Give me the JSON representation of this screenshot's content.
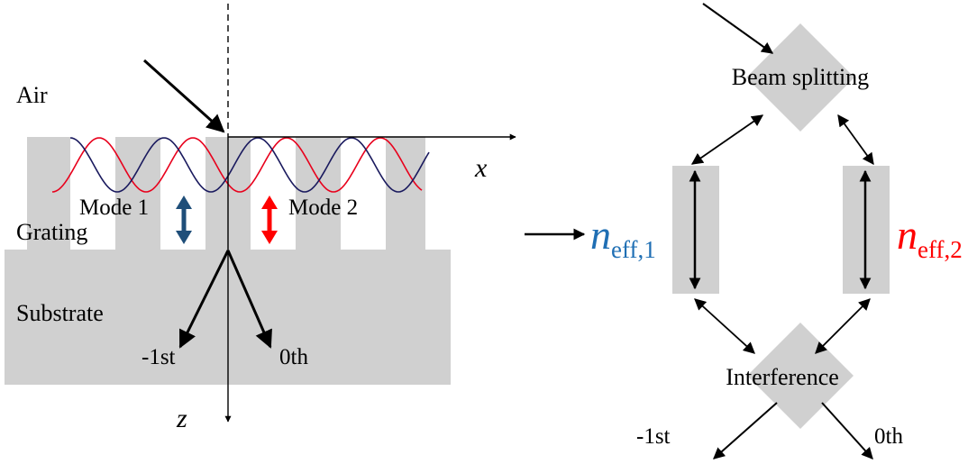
{
  "colors": {
    "material": "#d0d0d0",
    "mode1": "#1f4e79",
    "mode2": "#ff0000",
    "wave_red": "#e8001c",
    "wave_navy": "#1a1a5e",
    "ink": "#000000"
  },
  "left": {
    "air_label": "Air",
    "grating_label": "Grating",
    "substrate_label": "Substrate",
    "mode1_label": "Mode 1",
    "mode2_label": "Mode 2",
    "x_axis_label": "x",
    "z_axis_label": "z",
    "order_minus1_label": "-1st",
    "order_0_label": "0th"
  },
  "right": {
    "beam_splitting_label": "Beam splitting",
    "interference_label": "Interference",
    "n_eff1": {
      "symbol": "n",
      "subscript": "eff,1"
    },
    "n_eff2": {
      "symbol": "n",
      "subscript": "eff,2"
    },
    "order_minus1_label": "-1st",
    "order_0_label": "0th"
  }
}
